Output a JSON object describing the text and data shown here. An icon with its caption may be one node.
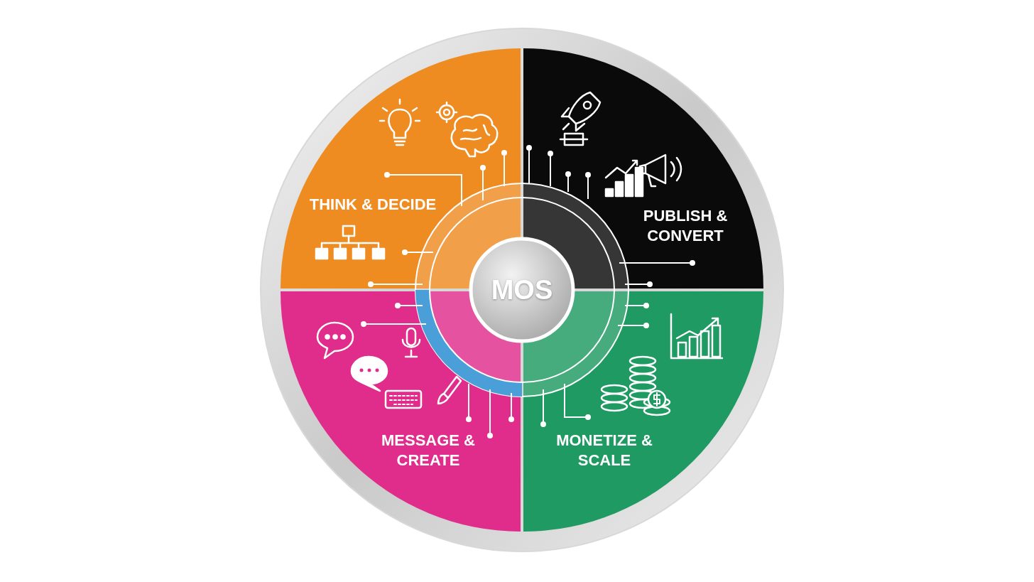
{
  "diagram": {
    "nodes": [
      {
        "text": [
          "THINK & DECIDE"
        ]
      },
      {
        "text": [
          "PUBLISH & CONVERT"
        ]
      },
      {
        "text": [
          "MOS"
        ]
      },
      {
        "text": [
          "MESSAGE & CREATE"
        ]
      },
      {
        "text": [
          "MONETIZE & SCALE"
        ]
      }
    ]
  }
}
